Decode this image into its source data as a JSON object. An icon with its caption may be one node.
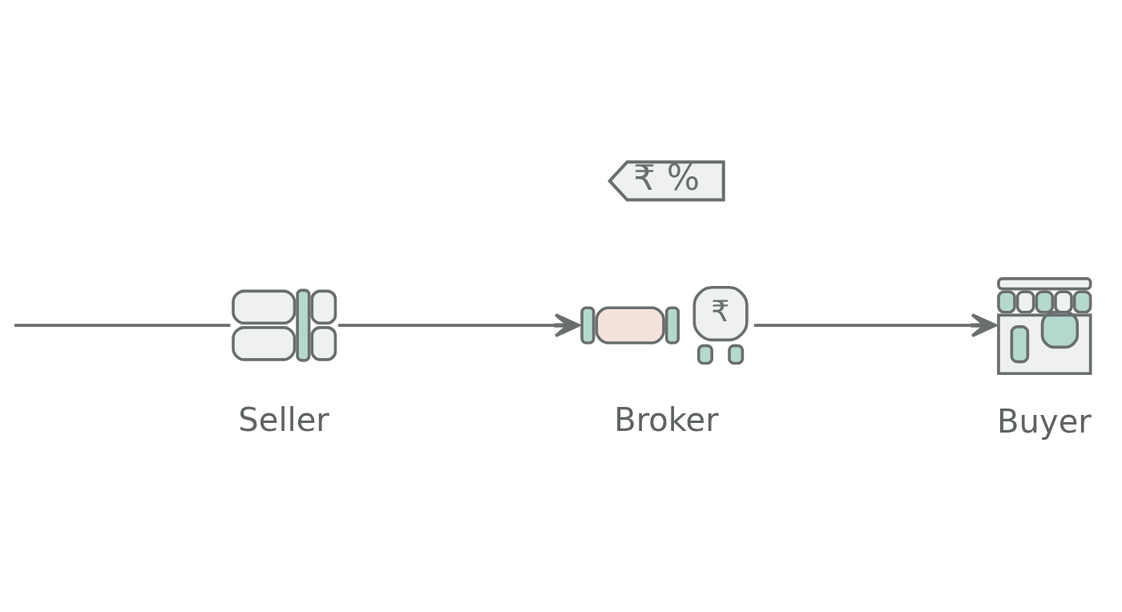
{
  "diagram": {
    "nodes": [
      {
        "text": [
          "Seller"
        ]
      },
      {
        "text": [
          "₹ %"
        ]
      },
      {
        "text": [
          "₹",
          "Broker"
        ]
      },
      {
        "text": [
          "Buyer"
        ]
      }
    ],
    "edges": [
      {
        "from": null,
        "to": 0,
        "arrow": "none"
      },
      {
        "from": 0,
        "to": 2,
        "arrow": "to"
      },
      {
        "from": 2,
        "to": 3,
        "arrow": "to"
      }
    ]
  }
}
